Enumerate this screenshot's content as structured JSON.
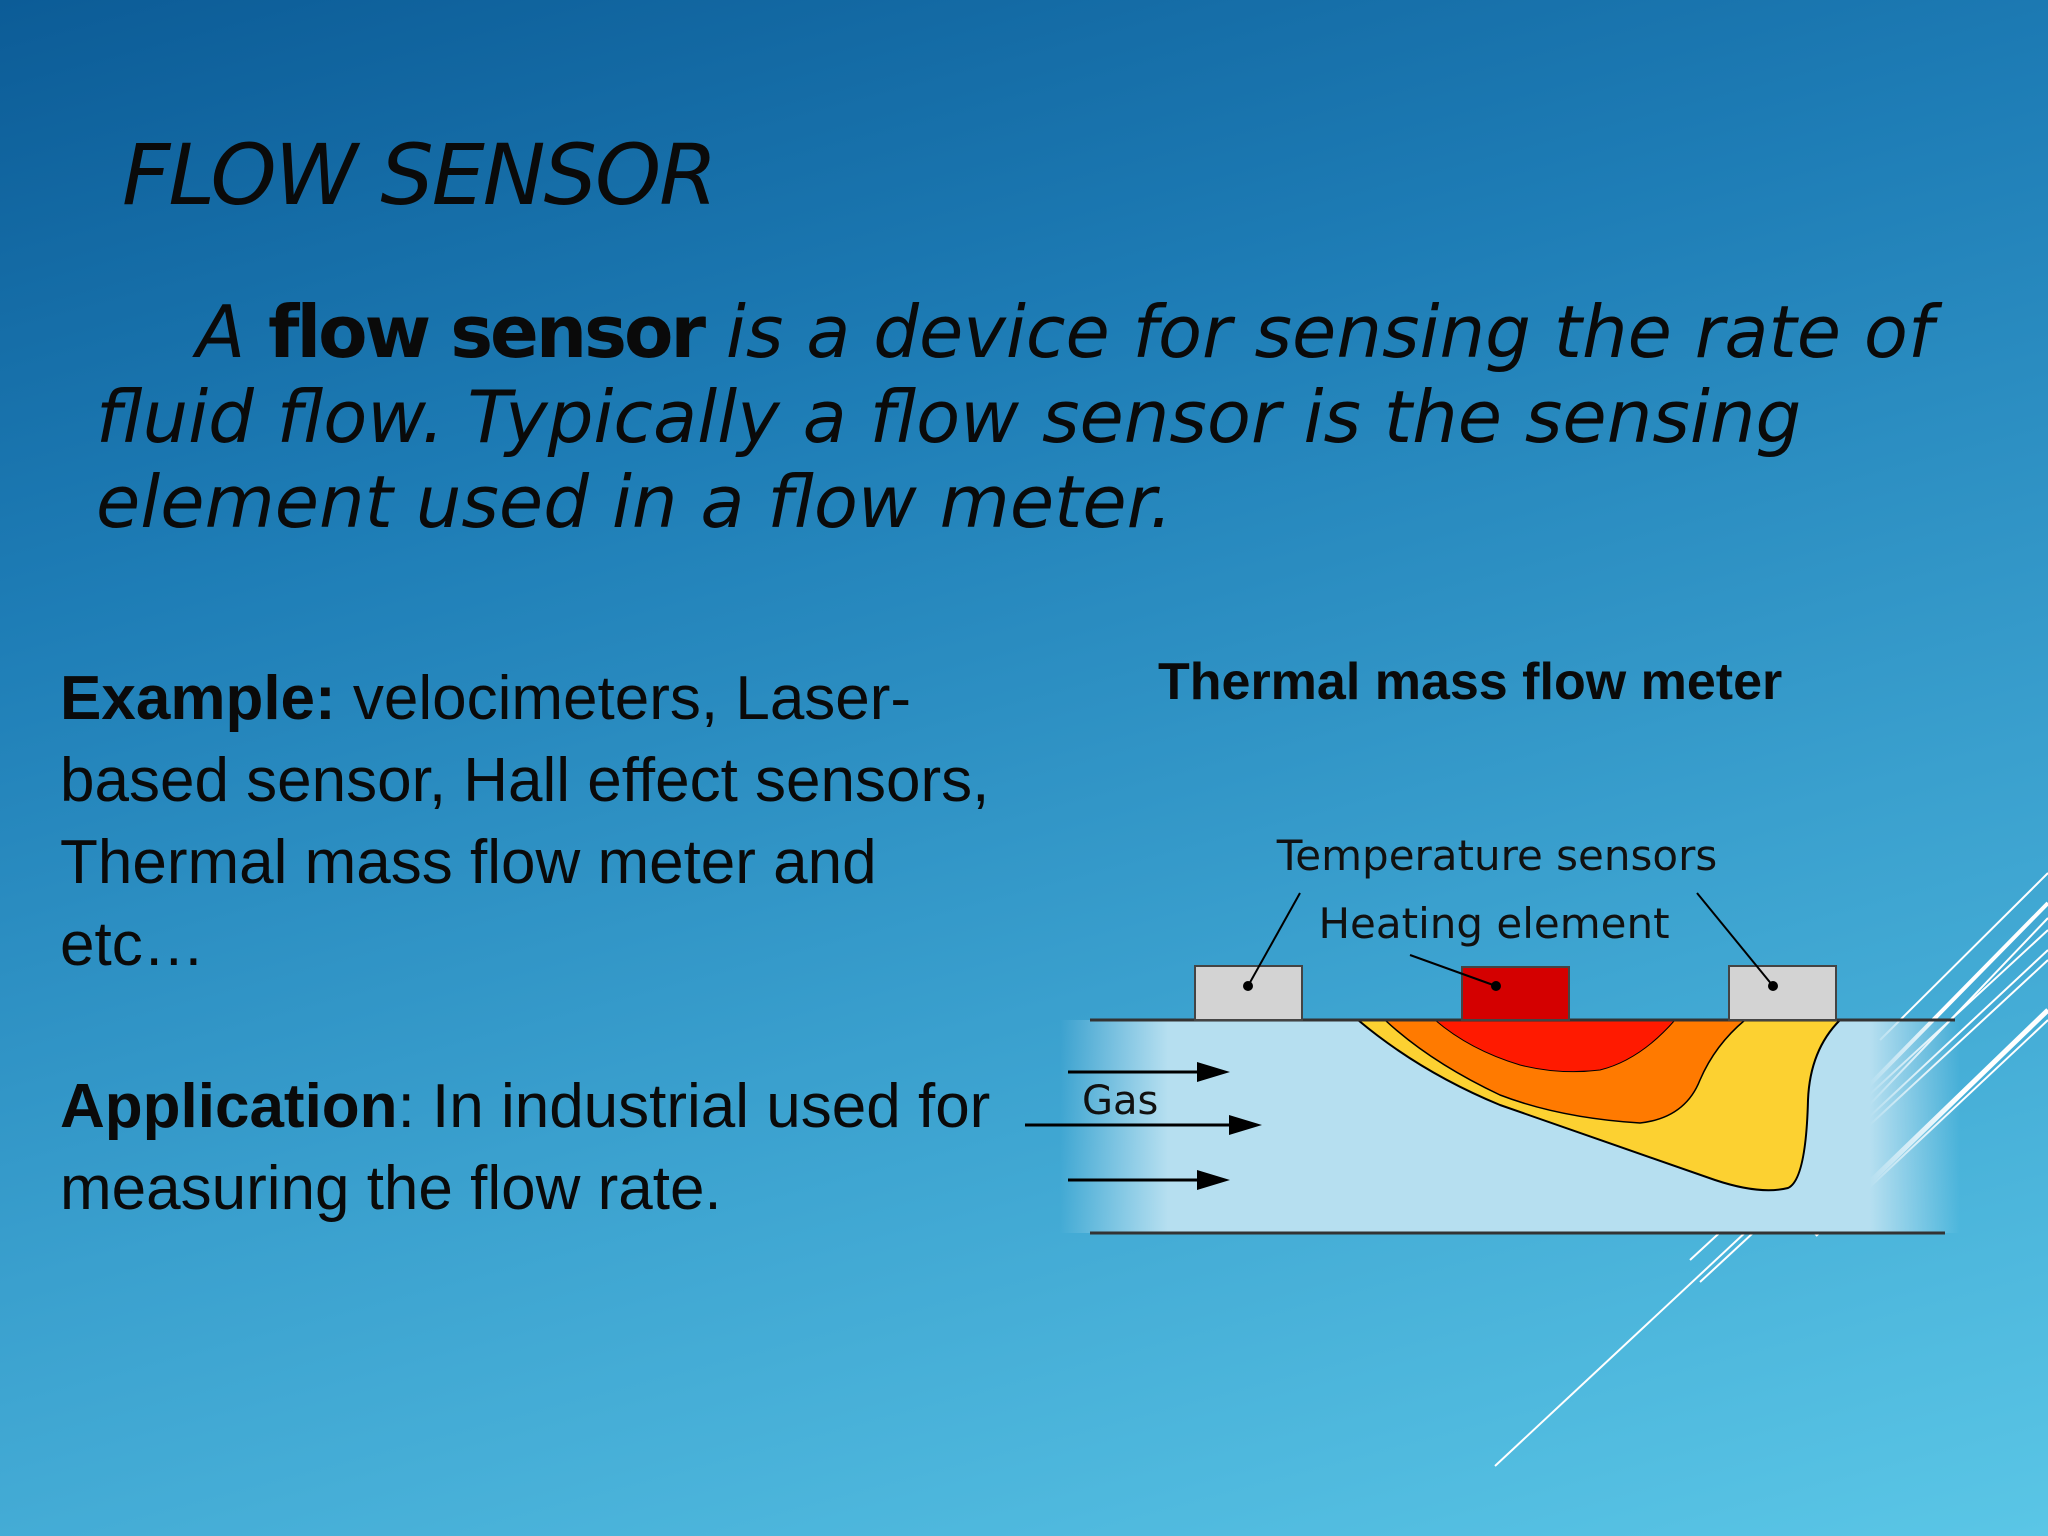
{
  "slide": {
    "title": "FLOW SENSOR",
    "definition": {
      "lead": "A ",
      "term": "flow sensor",
      "text": " is a device for sensing the rate of fluid flow. Typically a flow sensor is the sensing element used in a flow meter."
    },
    "example": {
      "label": "Example:",
      "text": " velocimeters, Laser-based sensor, Hall effect sensors, Thermal mass flow meter and etc…"
    },
    "application": {
      "label": "Application",
      "text": ": In industrial used for measuring the flow rate."
    },
    "diagram": {
      "title": "Thermal mass flow meter",
      "labels": {
        "temperature_sensors": "Temperature sensors",
        "heating_element": "Heating element",
        "gas": "Gas"
      },
      "colors": {
        "pipe_fill": "#b6dff0",
        "sensor_fill": "#d3d3d3",
        "heater_fill": "#d40000",
        "zone_outer": "#fcd131",
        "zone_mid": "#ff7a00",
        "zone_inner": "#ff1a00"
      }
    }
  }
}
